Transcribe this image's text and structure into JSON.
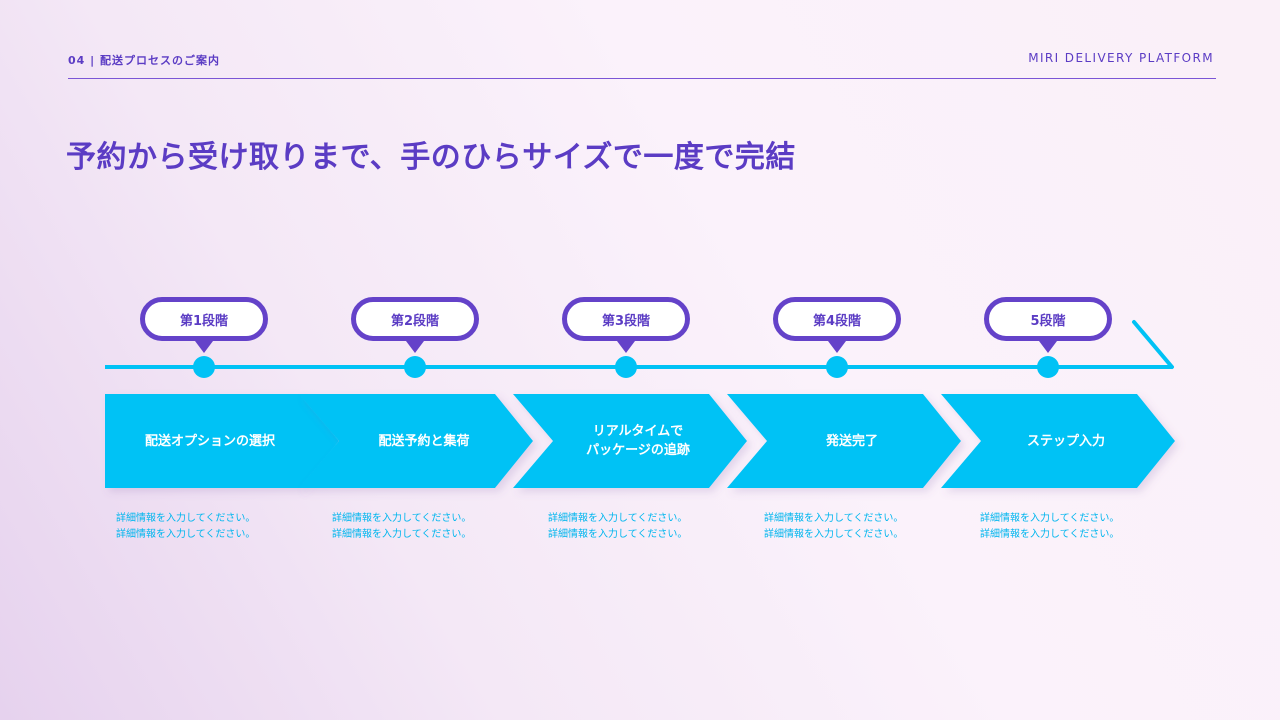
{
  "header": {
    "section_label": "04 | 配送プロセスのご案内",
    "brand": "MIRI DELIVERY PLATFORM"
  },
  "title": "予約から受け取りまで、手のひらサイズで一度で完結",
  "colors": {
    "primary_purple": "#5b3cc4",
    "cyan": "#00c2f5",
    "background": "#f6ecf7"
  },
  "steps": [
    {
      "stage": "第1段階",
      "label_lines": [
        "配送オプションの選択"
      ],
      "desc_lines": [
        "詳細情報を入力してください。",
        "詳細情報を入力してください。"
      ]
    },
    {
      "stage": "第2段階",
      "label_lines": [
        "配送予約と集荷"
      ],
      "desc_lines": [
        "詳細情報を入力してください。",
        "詳細情報を入力してください。"
      ]
    },
    {
      "stage": "第3段階",
      "label_lines": [
        "リアルタイムで",
        "パッケージの追跡"
      ],
      "desc_lines": [
        "詳細情報を入力してください。",
        "詳細情報を入力してください。"
      ]
    },
    {
      "stage": "第4段階",
      "label_lines": [
        "発送完了"
      ],
      "desc_lines": [
        "詳細情報を入力してください。",
        "詳細情報を入力してください。"
      ]
    },
    {
      "stage": "5段階",
      "label_lines": [
        "ステップ入力"
      ],
      "desc_lines": [
        "詳細情報を入力してください。",
        "詳細情報を入力してください。"
      ]
    }
  ]
}
